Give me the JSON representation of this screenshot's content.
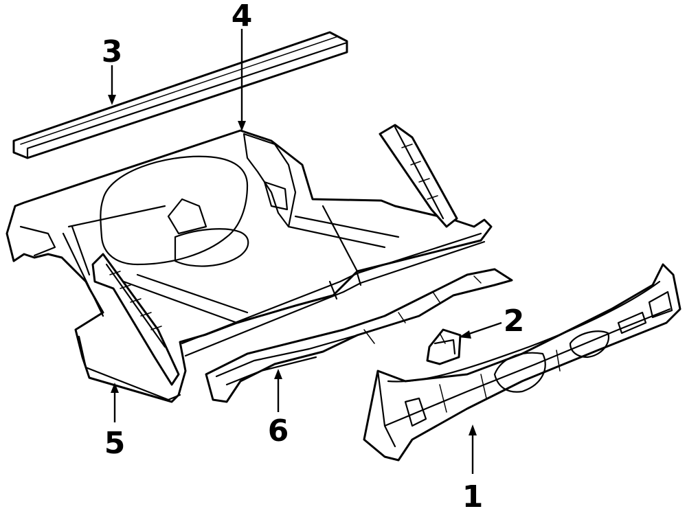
{
  "diagram": {
    "background_color": "#ffffff",
    "line_color": "#000000",
    "callouts": [
      {
        "id": "1",
        "label": "1"
      },
      {
        "id": "2",
        "label": "2"
      },
      {
        "id": "3",
        "label": "3"
      },
      {
        "id": "4",
        "label": "4"
      },
      {
        "id": "5",
        "label": "5"
      },
      {
        "id": "6",
        "label": "6"
      }
    ]
  }
}
